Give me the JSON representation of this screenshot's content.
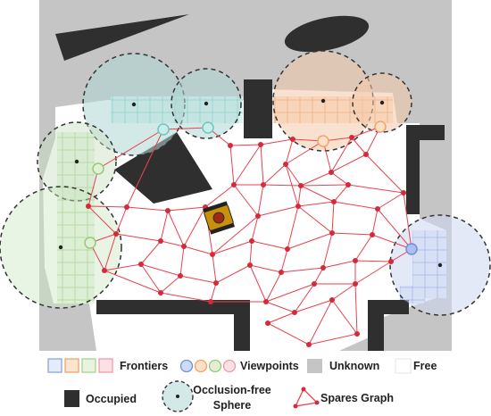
{
  "legend": {
    "frontiers": "Frontiers",
    "viewpoints": "Viewpoints",
    "unknown": "Unknown",
    "free": "Free",
    "occupied": "Occupied",
    "sphere_line1": "Occlusion-free",
    "sphere_line2": "Sphere",
    "graph": "Spares Graph"
  },
  "colors": {
    "unknown": "#c5c5c5",
    "free": "#ffffff",
    "occupied": "#2f2f2f",
    "graph": "#e8424f",
    "frontier_blue": "#8aa5e0",
    "frontier_orange": "#f0a46a",
    "frontier_green": "#a8d48f",
    "frontier_pink": "#f09aa6",
    "frontier_cyan": "#7fd6d2",
    "robot": "#c9900c"
  },
  "icons": {
    "robot": "ground-robot-icon",
    "sphere_center": "dot-icon"
  }
}
